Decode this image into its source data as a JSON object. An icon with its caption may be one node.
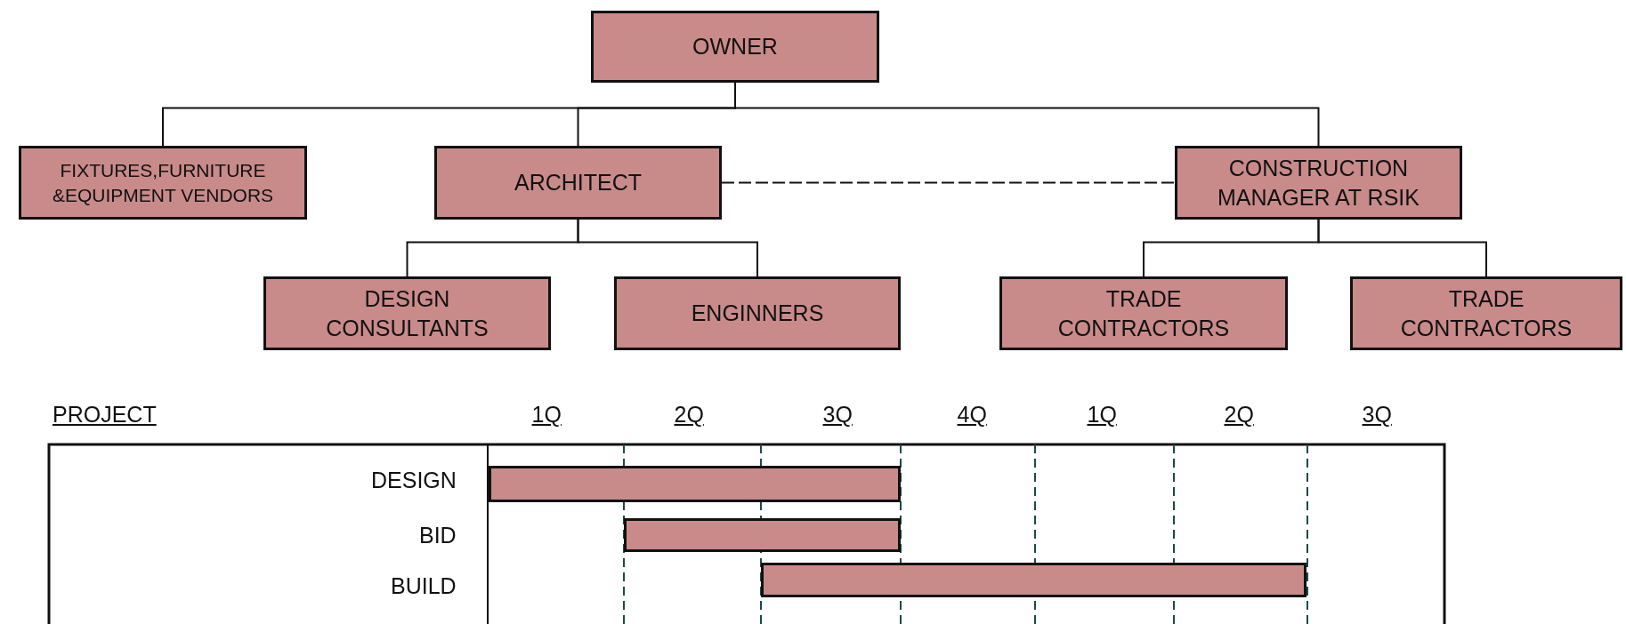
{
  "diagram": {
    "nodes": [
      {
        "text": [
          "OWNER"
        ]
      },
      {
        "text": [
          "FIXTURES,FURNITURE &EQUIPMENT VENDORS"
        ]
      },
      {
        "text": [
          "ARCHITECT"
        ]
      },
      {
        "text": [
          "CONSTRUCTION MANAGER AT RSIK"
        ]
      },
      {
        "text": [
          "DESIGN CONSULTANTS"
        ]
      },
      {
        "text": [
          "ENGINNERS"
        ]
      },
      {
        "text": [
          "TRADE CONTRACTORS"
        ]
      },
      {
        "text": [
          "TRADE CONTRACTORS"
        ]
      },
      {
        "text": [],
        "shape": "bar"
      },
      {
        "text": [],
        "shape": "bar"
      },
      {
        "text": [],
        "shape": "bar"
      }
    ],
    "edges": [
      {
        "from": 0,
        "to": 1,
        "arrow": "none"
      },
      {
        "from": 0,
        "to": 2,
        "arrow": "none"
      },
      {
        "from": 0,
        "to": 3,
        "arrow": "none"
      },
      {
        "from": 2,
        "to": 3,
        "arrow": "none",
        "style": "dashed"
      },
      {
        "from": 2,
        "to": 4,
        "arrow": "none"
      },
      {
        "from": 2,
        "to": 5,
        "arrow": "none"
      },
      {
        "from": 3,
        "to": 6,
        "arrow": "none"
      },
      {
        "from": 3,
        "to": 7,
        "arrow": "none"
      }
    ],
    "labels": [
      "PROJECT",
      "1Q",
      "2Q",
      "3Q",
      "4Q",
      "1Q",
      "2Q",
      "3Q",
      "DESIGN",
      "BID",
      "BUILD"
    ]
  }
}
